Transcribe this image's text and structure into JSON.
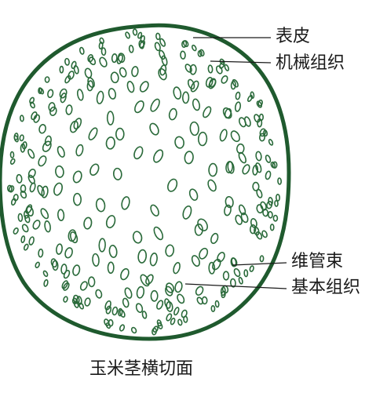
{
  "diagram": {
    "caption": "玉米茎横切面",
    "labels": {
      "epidermis": "表皮",
      "mechanical_tissue": "机械组织",
      "vascular_bundle": "维管束",
      "ground_tissue": "基本组织"
    },
    "colors": {
      "outline": "#1f5a2e",
      "bundle": "#2a6a3a",
      "leader": "#1a1a1a",
      "text": "#1a1a1a"
    }
  }
}
